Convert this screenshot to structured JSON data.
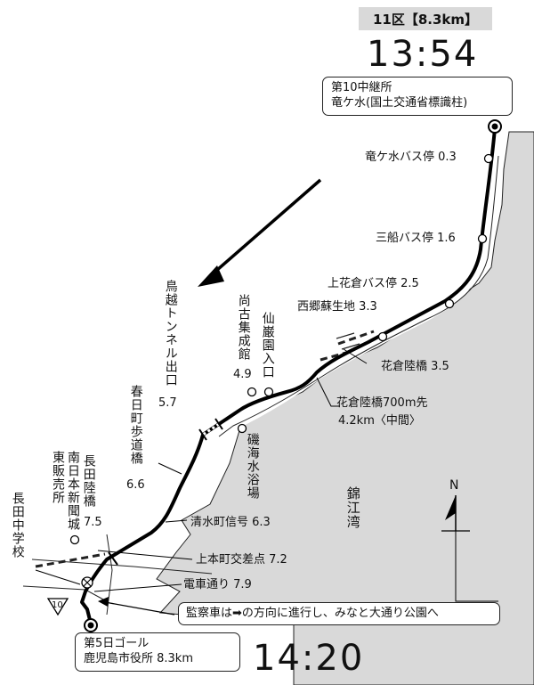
{
  "header": {
    "section": "11区【8.3km】",
    "start_time": "13:54"
  },
  "start_box": {
    "line1": "第10中継所",
    "line2": "竜ケ水(国土交通省標識柱)"
  },
  "points": {
    "tatsugamizu_bus": "竜ケ水バス停 0.3",
    "mifune_bus": "三船バス停 1.6",
    "kamihanakura_bus": "上花倉バス停 2.5",
    "saigo_birthplace": "西郷蘇生地 3.3",
    "hanakura_bridge": "花倉陸橋 3.5",
    "hanakura_700_line1": "花倉陸橋700m先",
    "hanakura_700_line2": "4.2km〈中間〉",
    "shoko_shuseikan_name": "尚古集成館",
    "shoko_shuseikan_km": "4.9",
    "sengan_en": "仙巌園入口",
    "isohama": "磯海水浴場",
    "torigoe_tunnel_name": "鳥越トンネル出口",
    "torigoe_tunnel_km": "5.7",
    "kasuga_name": "春日町歩道橋",
    "kasuga_km": "6.6",
    "shimizu_signal": "清水町信号 6.3",
    "kamihon_intersection": "上本町交差点 7.2",
    "densha_dori": "電車通り 7.9",
    "nagata_bridge_name": "長田陸橋",
    "nagata_bridge_km": "7.5",
    "minami_nippon": "南日本新聞城東販売所",
    "nagata_school": "長田中学校",
    "kinko_bay": "錦江湾",
    "north": "N",
    "route_10": "10"
  },
  "notice": "監察車は➡の方向に進行し、みなと大通り公園へ",
  "goal_box": {
    "line1": "第5日ゴール",
    "line2": "鹿児島市役所 8.3km"
  },
  "finish_time": "14:20",
  "colors": {
    "sea": "#d9d9d9",
    "route": "#000000",
    "header_bg": "#d9d9d9"
  }
}
